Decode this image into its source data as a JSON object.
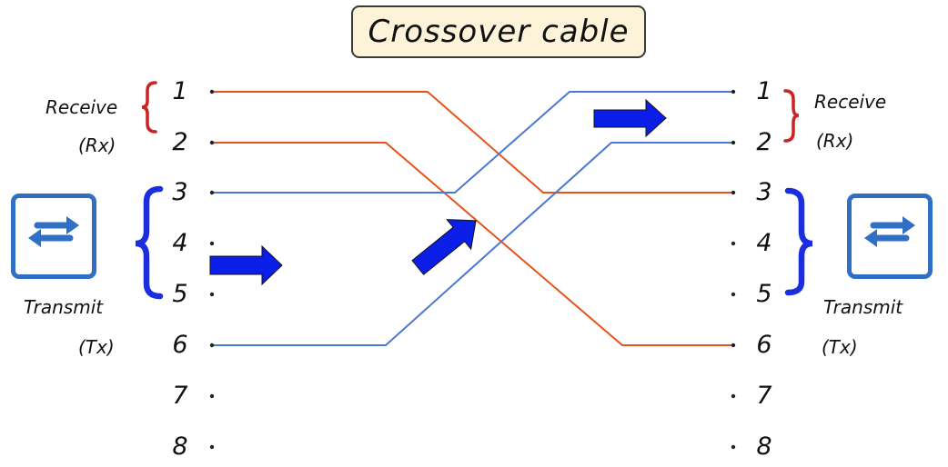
{
  "title": "Crossover cable",
  "left": {
    "receive_label": "Receive",
    "receive_abbr": "(Rx)",
    "transmit_label": "Transmit",
    "transmit_abbr": "(Tx)",
    "pins": [
      "1",
      "2",
      "3",
      "4",
      "5",
      "6",
      "7",
      "8"
    ]
  },
  "right": {
    "receive_label": "Receive",
    "receive_abbr": "(Rx)",
    "transmit_label": "Transmit",
    "transmit_abbr": "(Tx)",
    "pins": [
      "1",
      "2",
      "3",
      "4",
      "5",
      "6",
      "7",
      "8"
    ]
  },
  "icons": {
    "left_device": "switch-icon",
    "right_device": "switch-icon"
  },
  "colors": {
    "orange_wire": "#e8531c",
    "blue_wire": "#4a78d4",
    "arrow": "#0a1ee8",
    "receive_bracket": "#cc2222",
    "transmit_bracket": "#1a2ee0",
    "switch": "#2f6fc4",
    "title_bg": "#fdf3d8"
  }
}
